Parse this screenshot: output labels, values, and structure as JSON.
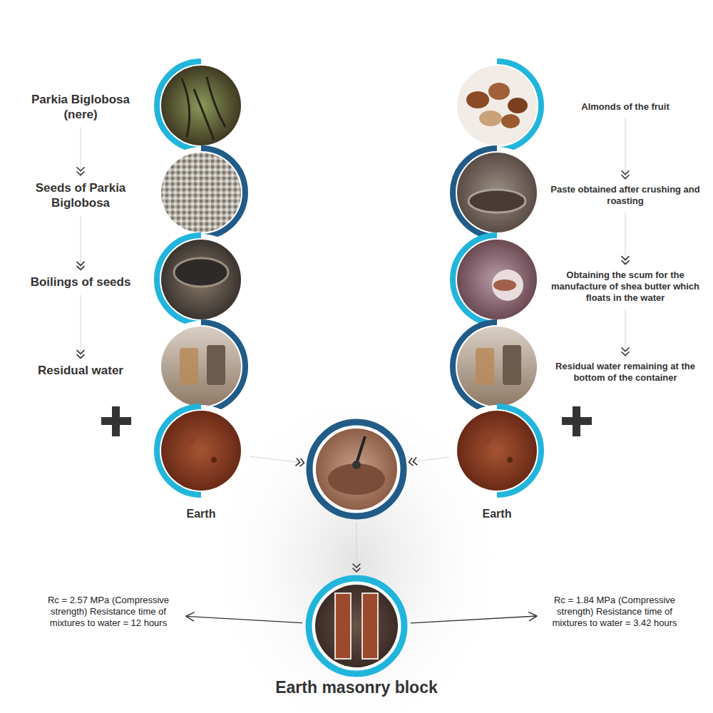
{
  "diagram": {
    "nodes": [
      {
        "text": [
          "Parkia Biglobosa (nere)"
        ]
      },
      {
        "text": [
          "Seeds of Parkia Biglobosa"
        ]
      },
      {
        "text": [
          "Boilings of seeds"
        ]
      },
      {
        "text": [
          "Residual water"
        ]
      },
      {
        "text": [
          "Earth"
        ]
      },
      {
        "text": [
          "Almonds of the fruit"
        ]
      },
      {
        "text": [
          "Paste obtained after crushing and roasting"
        ]
      },
      {
        "text": [
          "Obtaining the scum for the manufacture of shea butter which floats in the water"
        ]
      },
      {
        "text": [
          "Residual water remaining at the bottom of the container"
        ]
      },
      {
        "text": [
          "Earth"
        ]
      },
      {
        "text": []
      },
      {
        "text": [
          "Earth masonry block"
        ]
      },
      {
        "text": [
          "Rc = 2.57 MPa (Compressive strength) Resistance time of mixtures to water = 12 hours"
        ]
      },
      {
        "text": [
          "Rc = 1.84 MPa (Compressive strength) Resistance time of mixtures to water = 3.42 hours"
        ]
      }
    ],
    "edges": [
      {
        "from": 0,
        "to": 1,
        "arrow": "to"
      },
      {
        "from": 1,
        "to": 2,
        "arrow": "to"
      },
      {
        "from": 2,
        "to": 3,
        "arrow": "to"
      },
      {
        "from": 5,
        "to": 6,
        "arrow": "to"
      },
      {
        "from": 6,
        "to": 7,
        "arrow": "to"
      },
      {
        "from": 7,
        "to": 8,
        "arrow": "to"
      },
      {
        "from": 4,
        "to": 10,
        "arrow": "to"
      },
      {
        "from": 9,
        "to": 10,
        "arrow": "to"
      },
      {
        "from": 10,
        "to": 11,
        "arrow": "to"
      },
      {
        "from": 11,
        "to": 12,
        "arrow": "to"
      },
      {
        "from": 11,
        "to": 13,
        "arrow": "to"
      }
    ]
  }
}
